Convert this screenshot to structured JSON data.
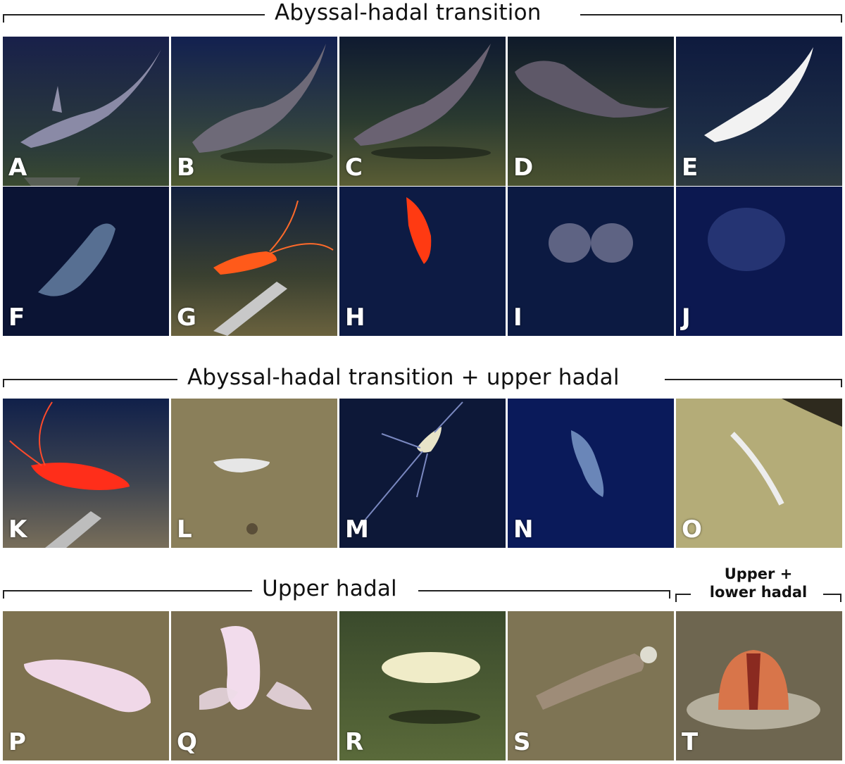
{
  "sections": {
    "s1": {
      "title": "Abyssal-hadal transition"
    },
    "s2": {
      "title": "Abyssal-hadal transition + upper hadal"
    },
    "s3": {
      "title": "Upper hadal"
    },
    "s4": {
      "title_line1": "Upper +",
      "title_line2": "lower hadal"
    }
  },
  "panels": [
    "A",
    "B",
    "C",
    "D",
    "E",
    "F",
    "G",
    "H",
    "I",
    "J",
    "K",
    "L",
    "M",
    "N",
    "O",
    "P",
    "Q",
    "R",
    "S",
    "T"
  ],
  "colors": {
    "deep_blue": "#0d1a3a",
    "seafloor_green": "#4f5a2c",
    "sediment": "#8a7f5a",
    "shrimp_red": "#ff3a12",
    "jelly_orange": "#d8754a"
  }
}
